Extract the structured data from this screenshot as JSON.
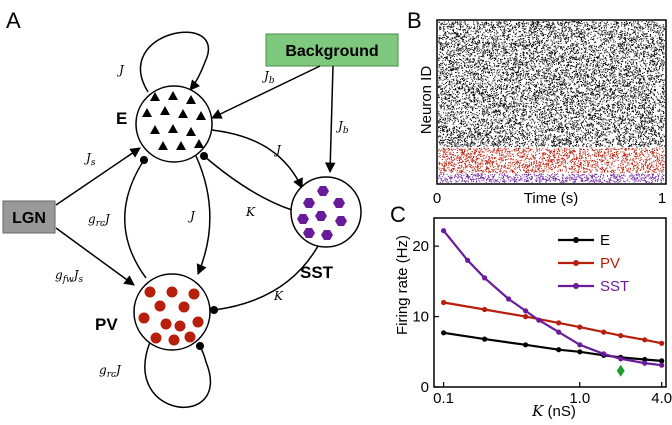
{
  "panels": {
    "a": "A",
    "b": "B",
    "c": "C"
  },
  "nodes": {
    "e": "E",
    "pv": "PV",
    "sst": "SST",
    "lgn": "LGN",
    "background": "Background"
  },
  "edges": {
    "e_self": "J",
    "bg_to_e": "J",
    "bg_to_e_sub": "b",
    "bg_to_sst": "J",
    "bg_to_sst_sub": "b",
    "lgn_to_e": "J",
    "lgn_to_e_sub": "s",
    "lgn_to_pv_g": "g",
    "lgn_to_pv_g_sub": "fw",
    "lgn_to_pv_j": "J",
    "lgn_to_pv_j_sub": "s",
    "pv_to_e_g": "g",
    "pv_to_e_g_sub": "rc",
    "pv_to_e_j": "J",
    "e_to_pv": "J",
    "e_to_sst": "J",
    "sst_to_e": "K",
    "sst_to_pv": "K",
    "pv_self_g": "g",
    "pv_self_g_sub": "rc",
    "pv_self_j": "J"
  },
  "colors": {
    "excitatory": "#000000",
    "pv": "#b81e0c",
    "sst": "#6a1b9a",
    "background_box": "#7fc97f",
    "lgn_box": "#999999",
    "model_point": "#1aa02a"
  },
  "raster": {
    "ylabel": "Neuron ID",
    "xlabel": "Time (s)",
    "x_tick_left": "0",
    "x_tick_right": "1",
    "bands": [
      {
        "population": "E",
        "fraction": 0.78
      },
      {
        "population": "PV",
        "fraction": 0.16
      },
      {
        "population": "SST",
        "fraction": 0.06
      }
    ]
  },
  "chart_data": {
    "type": "line",
    "xlabel_symbol": "K",
    "xlabel_unit": " (nS)",
    "ylabel": "Firing rate (Hz)",
    "x_scale": "log",
    "xlim": [
      0.1,
      4.0
    ],
    "ylim": [
      0,
      24
    ],
    "xticks": [
      "0.1",
      "1.0",
      "4.0"
    ],
    "yticks": [
      "0",
      "10",
      "20"
    ],
    "legend_position": "top-right",
    "series": [
      {
        "name": "E",
        "color": "#000000",
        "x": [
          0.1,
          0.2,
          0.4,
          0.7,
          1.0,
          1.5,
          2.0,
          3.0,
          4.0
        ],
        "y": [
          7.7,
          6.8,
          6.0,
          5.3,
          5.0,
          4.5,
          4.2,
          3.9,
          3.7
        ]
      },
      {
        "name": "PV",
        "color": "#b81e0c",
        "x": [
          0.1,
          0.2,
          0.4,
          0.7,
          1.0,
          1.5,
          2.0,
          3.0,
          4.0
        ],
        "y": [
          12.0,
          11.0,
          10.0,
          9.1,
          8.5,
          7.8,
          7.3,
          6.7,
          6.2
        ]
      },
      {
        "name": "SST",
        "color": "#6a1b9a",
        "x": [
          0.1,
          0.15,
          0.2,
          0.3,
          0.4,
          0.5,
          0.7,
          1.0,
          1.5,
          2.0,
          3.0,
          4.0
        ],
        "y": [
          22.2,
          18.0,
          15.5,
          12.5,
          10.8,
          9.5,
          7.8,
          6.0,
          4.7,
          4.0,
          3.4,
          3.1
        ]
      }
    ],
    "marker": {
      "x": 2.0,
      "y": 2.3,
      "shape": "diamond",
      "color": "#1aa02a"
    }
  }
}
